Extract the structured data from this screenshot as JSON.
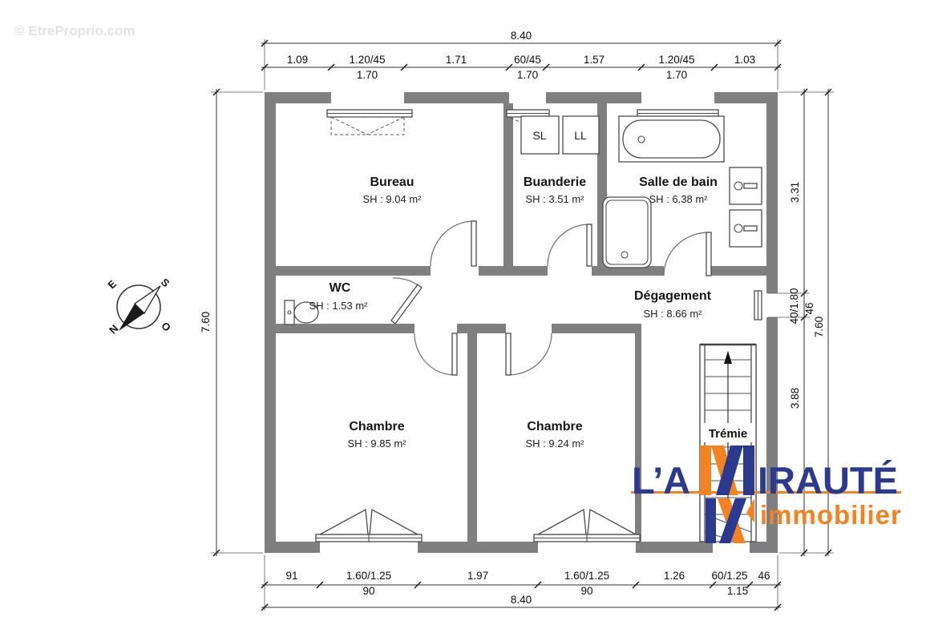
{
  "watermark": {
    "text": "© EtreProprio.com"
  },
  "compass": {
    "n": "N",
    "s": "S",
    "e": "E",
    "o": "O"
  },
  "rooms": {
    "bureau": {
      "name": "Bureau",
      "area": "SH : 9.04 m²"
    },
    "buanderie": {
      "name": "Buanderie",
      "area": "SH : 3.51 m²"
    },
    "salle_de_bain": {
      "name": "Salle de bain",
      "area": "SH : 6.38 m²"
    },
    "wc": {
      "name": "WC",
      "area": "SH : 1.53 m²"
    },
    "degagement": {
      "name": "Dégagement",
      "area": "SH : 8.66 m²"
    },
    "chambre1": {
      "name": "Chambre",
      "area": "SH : 9.85 m²"
    },
    "chambre2": {
      "name": "Chambre",
      "area": "SH : 9.24 m²"
    },
    "tremie": {
      "name": "Trémie"
    }
  },
  "appliances": {
    "sl": "SL",
    "ll": "LL"
  },
  "dimensions": {
    "top": {
      "total": "8.40",
      "segments": [
        "1.09",
        "1.20/45",
        "1.71",
        "60/45",
        "1.57",
        "1.20/45",
        "1.03"
      ],
      "subs": [
        "1.70",
        "1.70",
        "1.70"
      ]
    },
    "bottom": {
      "total": "8.40",
      "segments": [
        "91",
        "1.60/1.25",
        "1.97",
        "1.60/1.25",
        "1.26",
        "60/1.25",
        "46"
      ],
      "subs": [
        "90",
        "90",
        "1.15"
      ]
    },
    "left": {
      "total": "7.60"
    },
    "right": {
      "total": "7.60",
      "segments": [
        "3.31",
        "40/1.80",
        "3.88"
      ],
      "sub": "46"
    }
  },
  "logo": {
    "part1": "L’A",
    "part2": "IRAUTÉ",
    "tagline": "immobilier",
    "blue": "#2B3A8F",
    "orange": "#F58220"
  },
  "colors": {
    "wall": "#7f7f7f",
    "line": "#4c4c4c"
  }
}
